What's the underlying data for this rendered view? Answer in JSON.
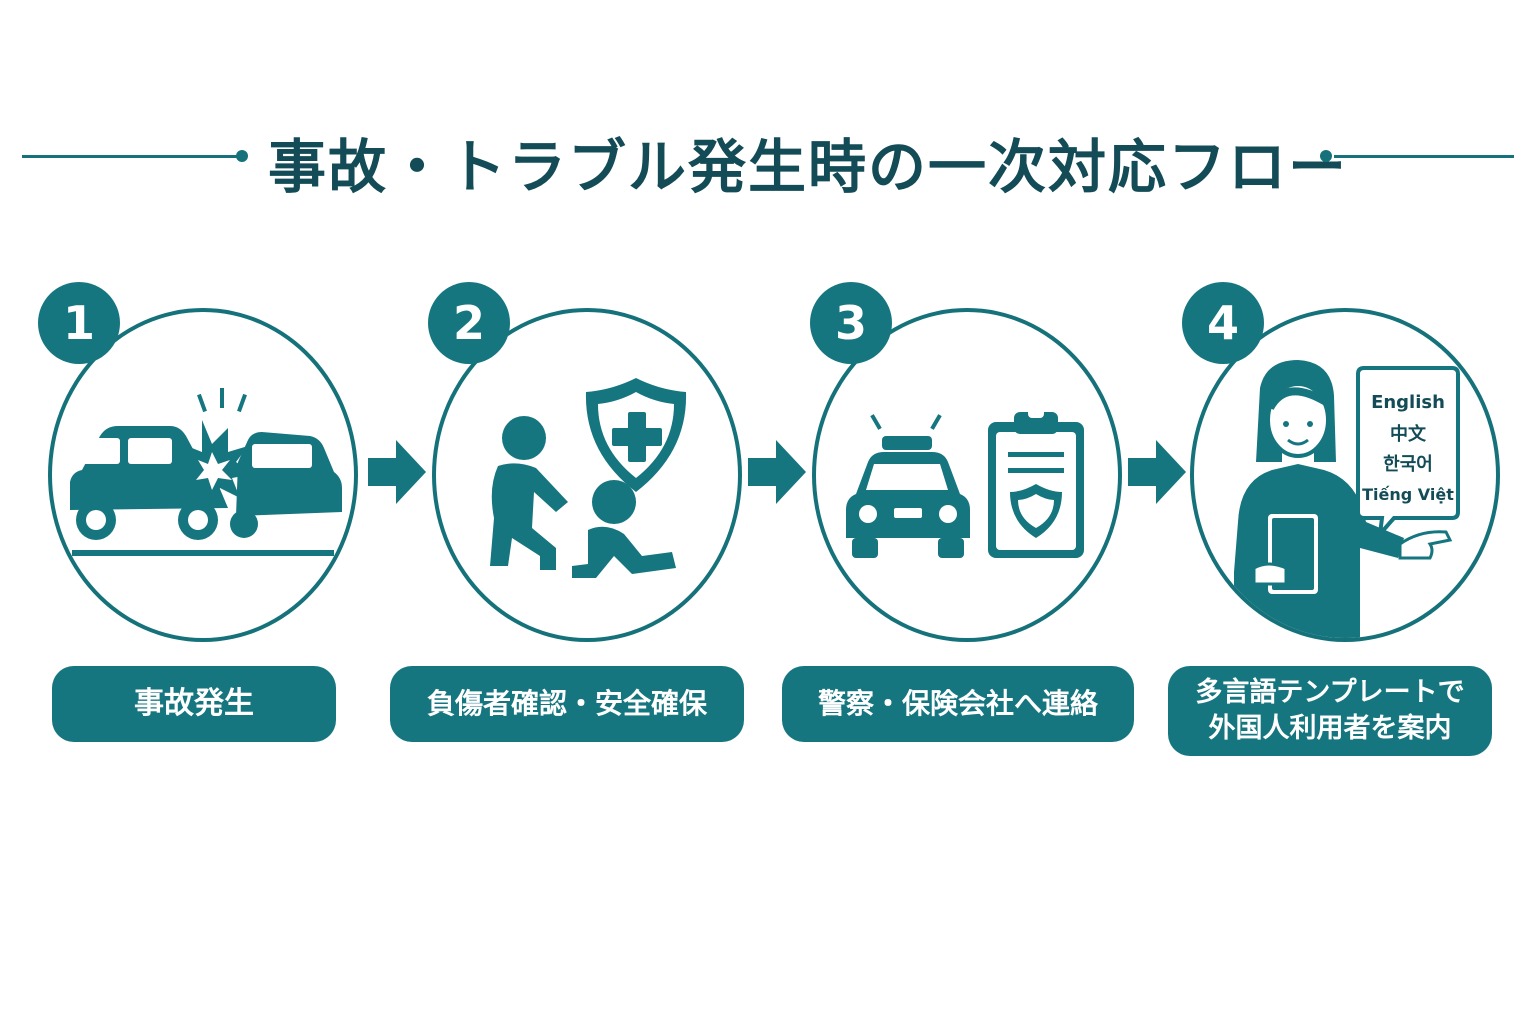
{
  "title": "事故・トラブル発生時の一次対応フロー",
  "colors": {
    "primary": "#16767f",
    "title": "#134c57",
    "background": "#ffffff"
  },
  "steps": [
    {
      "number": "1",
      "label": "事故発生",
      "icon": "car-collision-icon"
    },
    {
      "number": "2",
      "label": "負傷者確認・安全確保",
      "icon": "first-aid-rescue-icon"
    },
    {
      "number": "3",
      "label": "警察・保険会社へ連絡",
      "icon": "police-car-insurance-icon"
    },
    {
      "number": "4",
      "label_line1": "多言語テンプレートで",
      "label_line2": "外国人利用者を案内",
      "icon": "multilingual-guide-icon"
    }
  ],
  "languages": [
    "English",
    "中文",
    "한국어",
    "Tiếng Việt"
  ]
}
